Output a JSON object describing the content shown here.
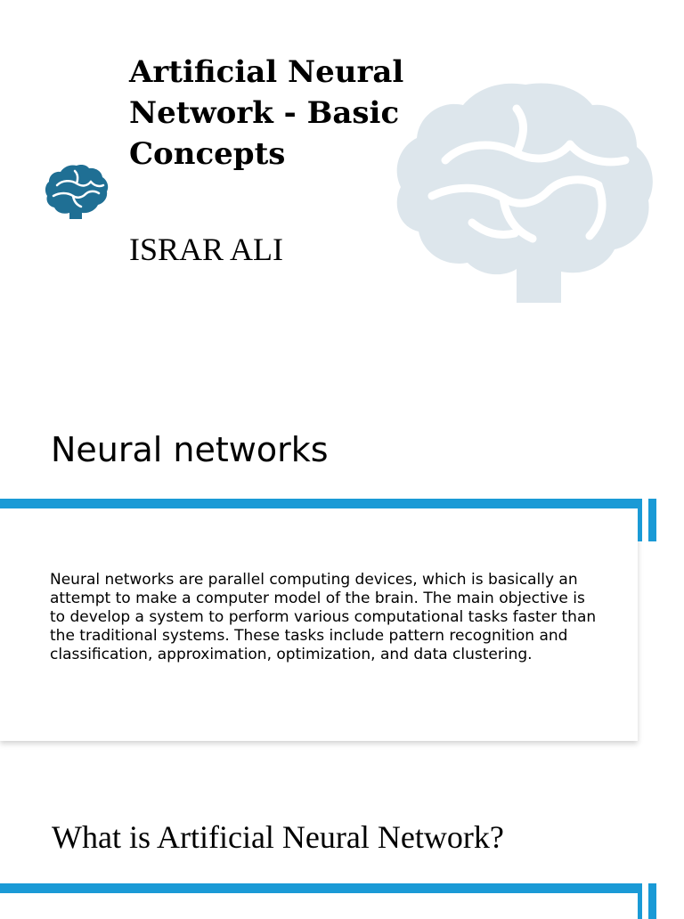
{
  "slides": {
    "title_slide": {
      "title": "Artificial Neural Network - Basic Concepts",
      "author": "ISRAR ALI",
      "icons": [
        "brain-icon-large",
        "brain-icon-small"
      ]
    },
    "neural_networks": {
      "heading": "Neural networks",
      "body": "Neural networks are parallel computing devices, which is basically an attempt to make a computer model of the brain. The main objective is to develop a system to perform various computational tasks faster than the traditional systems. These tasks include pattern recognition and classification, approximation, optimization, and data clustering."
    },
    "what_is_ann": {
      "heading": "What is Artificial Neural Network?"
    }
  },
  "colors": {
    "accent": "#1a9ad6",
    "brain_light": "#dde6ec",
    "brain_dark": "#1f6f94"
  }
}
